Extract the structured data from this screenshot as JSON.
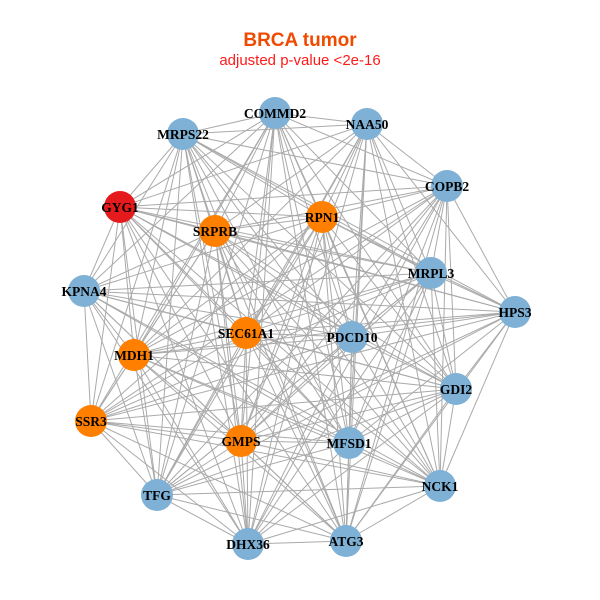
{
  "title": "BRCA tumor",
  "subtitle": "adjusted p-value <2e-16",
  "colors": {
    "red": "#E41A1C",
    "orange": "#FF7F00",
    "blue": "#7EB1D5",
    "edge": "#AAAAAA"
  },
  "nodes": [
    {
      "label": "COMMD2",
      "color": "blue"
    },
    {
      "label": "NAA50",
      "color": "blue"
    },
    {
      "label": "MRPS22",
      "color": "blue"
    },
    {
      "label": "COPB2",
      "color": "blue"
    },
    {
      "label": "GYG1",
      "color": "red"
    },
    {
      "label": "RPN1",
      "color": "orange"
    },
    {
      "label": "SRPRB",
      "color": "orange"
    },
    {
      "label": "MRPL3",
      "color": "blue"
    },
    {
      "label": "KPNA4",
      "color": "blue"
    },
    {
      "label": "HPS3",
      "color": "blue"
    },
    {
      "label": "SEC61A1",
      "color": "orange"
    },
    {
      "label": "PDCD10",
      "color": "blue"
    },
    {
      "label": "MDH1",
      "color": "orange"
    },
    {
      "label": "GDI2",
      "color": "blue"
    },
    {
      "label": "SSR3",
      "color": "orange"
    },
    {
      "label": "GMPS",
      "color": "orange"
    },
    {
      "label": "MFSD1",
      "color": "blue"
    },
    {
      "label": "NCK1",
      "color": "blue"
    },
    {
      "label": "TFG",
      "color": "blue"
    },
    {
      "label": "ATG3",
      "color": "blue"
    },
    {
      "label": "DHX36",
      "color": "blue"
    }
  ],
  "adjacency": {
    "COMMD2": [
      "NAA50",
      "MRPS22",
      "COPB2",
      "GYG1",
      "RPN1",
      "SRPRB",
      "MRPL3",
      "KPNA4",
      "SEC61A1",
      "PDCD10",
      "MDH1",
      "GDI2",
      "SSR3",
      "GMPS",
      "MFSD1",
      "NCK1",
      "TFG",
      "ATG3",
      "DHX36"
    ],
    "NAA50": [
      "MRPS22",
      "COPB2",
      "GYG1",
      "RPN1",
      "SRPRB",
      "MRPL3",
      "HPS3",
      "SEC61A1",
      "PDCD10",
      "MDH1",
      "GDI2",
      "GMPS",
      "MFSD1",
      "NCK1",
      "TFG",
      "ATG3",
      "DHX36"
    ],
    "MRPS22": [
      "COPB2",
      "GYG1",
      "RPN1",
      "SRPRB",
      "MRPL3",
      "KPNA4",
      "HPS3",
      "SEC61A1",
      "PDCD10",
      "MDH1",
      "GDI2",
      "SSR3",
      "GMPS",
      "MFSD1",
      "NCK1",
      "TFG",
      "ATG3",
      "DHX36"
    ],
    "COPB2": [
      "GYG1",
      "RPN1",
      "SRPRB",
      "MRPL3",
      "HPS3",
      "SEC61A1",
      "PDCD10",
      "MDH1",
      "GDI2",
      "SSR3",
      "GMPS",
      "MFSD1",
      "NCK1",
      "TFG",
      "ATG3",
      "DHX36"
    ],
    "GYG1": [
      "RPN1",
      "SRPRB",
      "MRPL3",
      "KPNA4",
      "HPS3",
      "SEC61A1",
      "PDCD10",
      "MDH1",
      "GDI2",
      "SSR3",
      "GMPS",
      "MFSD1",
      "NCK1",
      "TFG",
      "ATG3",
      "DHX36"
    ],
    "RPN1": [
      "SRPRB",
      "MRPL3",
      "KPNA4",
      "HPS3",
      "SEC61A1",
      "PDCD10",
      "MDH1",
      "GDI2",
      "SSR3",
      "GMPS",
      "MFSD1",
      "NCK1",
      "TFG",
      "ATG3",
      "DHX36"
    ],
    "SRPRB": [
      "MRPL3",
      "KPNA4",
      "HPS3",
      "SEC61A1",
      "PDCD10",
      "MDH1",
      "GDI2",
      "SSR3",
      "GMPS",
      "MFSD1",
      "NCK1",
      "TFG",
      "ATG3",
      "DHX36"
    ],
    "MRPL3": [
      "KPNA4",
      "HPS3",
      "SEC61A1",
      "PDCD10",
      "MDH1",
      "GDI2",
      "SSR3",
      "GMPS",
      "MFSD1",
      "NCK1",
      "TFG",
      "ATG3",
      "DHX36"
    ],
    "KPNA4": [
      "HPS3",
      "SEC61A1",
      "PDCD10",
      "MDH1",
      "GDI2",
      "SSR3",
      "GMPS",
      "MFSD1",
      "NCK1",
      "TFG",
      "ATG3",
      "DHX36"
    ],
    "HPS3": [
      "SEC61A1",
      "PDCD10",
      "MDH1",
      "GDI2",
      "SSR3",
      "GMPS",
      "MFSD1",
      "NCK1",
      "TFG",
      "ATG3"
    ],
    "SEC61A1": [
      "PDCD10",
      "MDH1",
      "GDI2",
      "SSR3",
      "GMPS",
      "MFSD1",
      "NCK1",
      "TFG",
      "ATG3",
      "DHX36"
    ],
    "PDCD10": [
      "MDH1",
      "GDI2",
      "SSR3",
      "GMPS",
      "MFSD1",
      "NCK1",
      "TFG",
      "ATG3",
      "DHX36"
    ],
    "MDH1": [
      "GDI2",
      "SSR3",
      "GMPS",
      "MFSD1",
      "NCK1",
      "TFG",
      "ATG3",
      "DHX36"
    ],
    "GDI2": [
      "SSR3",
      "GMPS",
      "MFSD1",
      "NCK1",
      "TFG",
      "ATG3",
      "DHX36"
    ],
    "SSR3": [
      "GMPS",
      "MFSD1",
      "NCK1",
      "TFG",
      "ATG3",
      "DHX36"
    ],
    "GMPS": [
      "MFSD1",
      "NCK1",
      "TFG",
      "ATG3",
      "DHX36"
    ],
    "MFSD1": [
      "NCK1",
      "TFG",
      "ATG3",
      "DHX36"
    ],
    "NCK1": [
      "TFG",
      "ATG3",
      "DHX36"
    ],
    "TFG": [
      "ATG3",
      "DHX36"
    ],
    "ATG3": [
      "DHX36"
    ]
  }
}
